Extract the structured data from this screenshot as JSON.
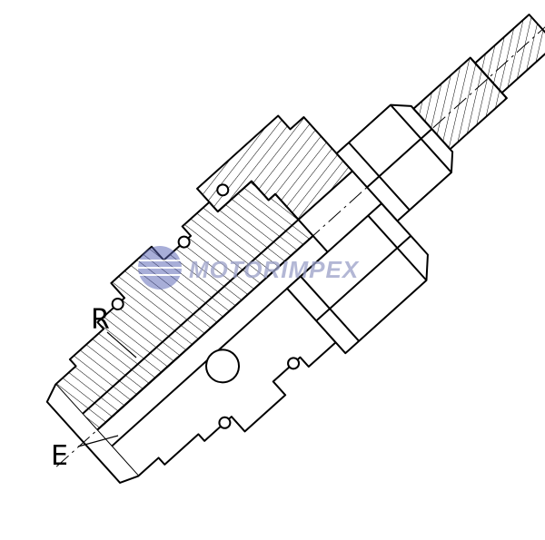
{
  "labels": {
    "r": "R",
    "e": "E"
  },
  "watermark": {
    "text": "MOTORIMPEX",
    "color": "#9aa0c8",
    "globe_color": "#5a64b4"
  },
  "colors": {
    "line": "#000000",
    "background": "#ffffff"
  }
}
